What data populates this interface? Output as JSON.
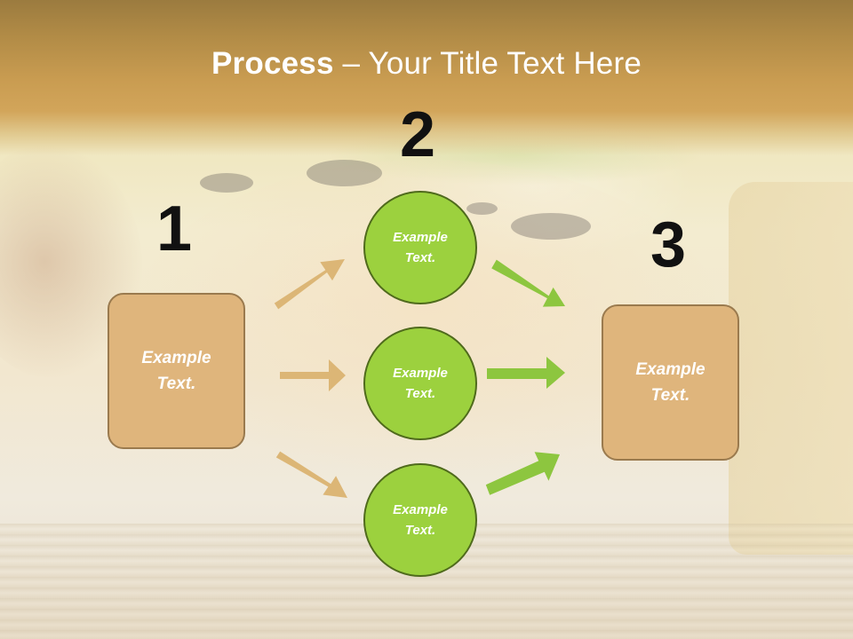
{
  "slide": {
    "title_bold": "Process",
    "title_rest": " – Your Title Text Here",
    "steps": [
      {
        "number": "1",
        "text": "Example\nText."
      },
      {
        "number": "2"
      },
      {
        "number": "3",
        "text": "Example\nText."
      }
    ],
    "circles": [
      {
        "text": "Example\nText."
      },
      {
        "text": "Example\nText."
      },
      {
        "text": "Example\nText."
      }
    ]
  },
  "colors": {
    "box_fill": "#dfb57c",
    "circle_fill": "#9cd13e",
    "left_arrow": "#dcb676",
    "right_arrow": "#8dc63f"
  }
}
